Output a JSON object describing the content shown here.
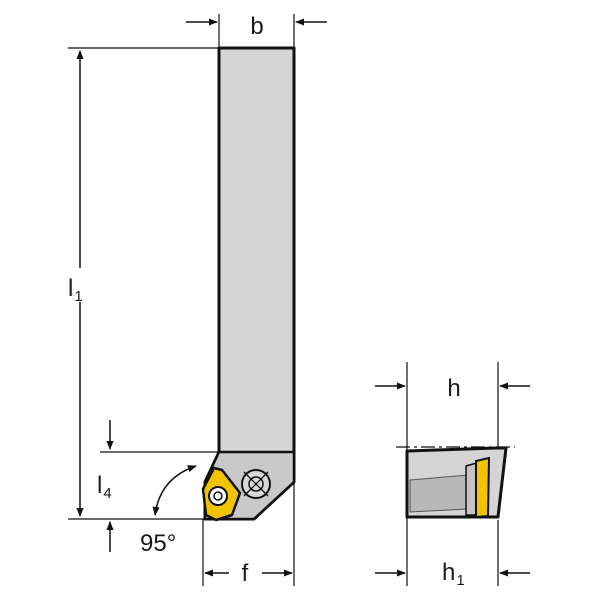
{
  "labels": {
    "b": "b",
    "l1_main": "l",
    "l1_sub": "1",
    "l4_main": "l",
    "l4_sub": "4",
    "angle": "95°",
    "f": "f",
    "h": "h",
    "h1_main": "h",
    "h1_sub": "1"
  },
  "colors": {
    "line": "#111111",
    "body_fill": "#d4d4d4",
    "body_shade": "#b8b8b8",
    "insert": "#f2c400",
    "background": "#ffffff"
  }
}
